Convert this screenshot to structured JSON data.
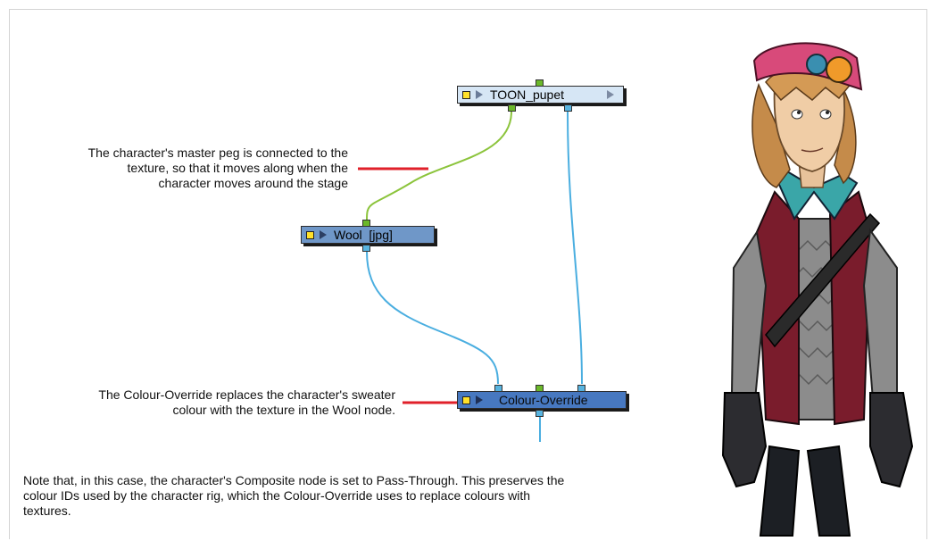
{
  "nodes": {
    "toon_pupet": "TOON_pupet",
    "wool": "Wool  [jpg]",
    "colour_override": "Colour-Override"
  },
  "annotations": {
    "master_peg": [
      "The character's master peg is connected to the",
      "texture, so that it moves along when the",
      "character moves around the stage"
    ],
    "colour_override": [
      "The Colour-Override replaces the character's sweater",
      "colour with the texture in the Wool node."
    ],
    "note": [
      "Note that, in this case, the character's Composite node is set to Pass-Through. This preserves the",
      "colour IDs used by the character rig, which the Colour-Override uses to replace colours with",
      "textures."
    ]
  },
  "colors": {
    "toon_node": "#d6e6f5",
    "wool_node": "#6f97c8",
    "override_node": "#4778c0",
    "green_wire": "#8cc43c",
    "blue_wire": "#4aaee0",
    "callout": "#e0202a"
  }
}
